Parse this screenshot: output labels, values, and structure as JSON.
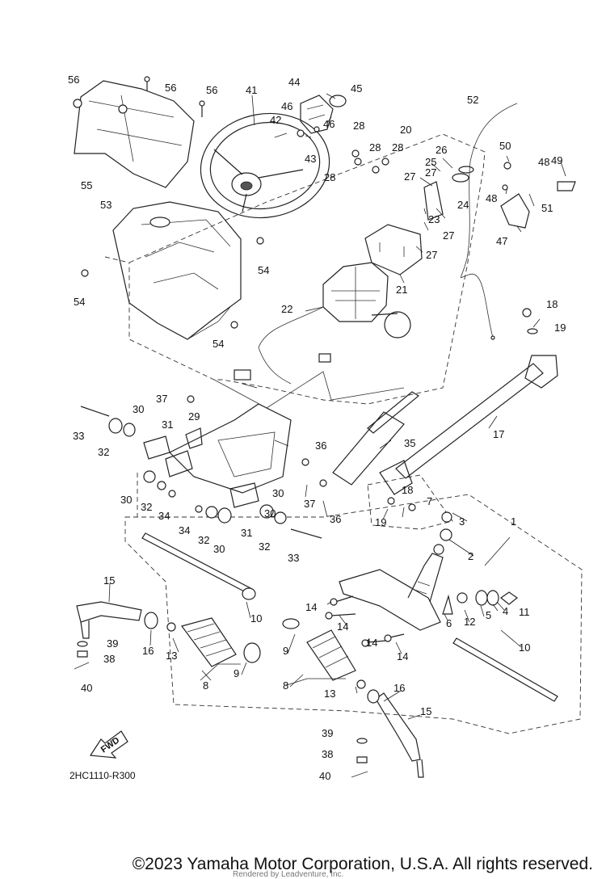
{
  "diagram_code": "2HC1110-R300",
  "copyright": "©2023 Yamaha Motor Corporation, U.S.A. All rights reserved.",
  "rendered_by": "Rendered by Leadventure, Inc.",
  "fwd_label": "FWD",
  "callouts": {
    "c1": "1",
    "c2": "2",
    "c3": "3",
    "c4": "4",
    "c5": "5",
    "c6": "6",
    "c7": "7",
    "c8a": "8",
    "c8b": "8",
    "c9a": "9",
    "c9b": "9",
    "c10a": "10",
    "c10b": "10",
    "c11": "11",
    "c12": "12",
    "c13a": "13",
    "c13b": "13",
    "c14a": "14",
    "c14b": "14",
    "c14c": "14",
    "c14d": "14",
    "c15a": "15",
    "c15b": "15",
    "c16a": "16",
    "c16b": "16",
    "c17": "17",
    "c18a": "18",
    "c18b": "18",
    "c19a": "19",
    "c19b": "19",
    "c20": "20",
    "c21": "21",
    "c22": "22",
    "c23": "23",
    "c24": "24",
    "c25": "25",
    "c26": "26",
    "c27a": "27",
    "c27b": "27",
    "c27c": "27",
    "c27d": "27",
    "c28a": "28",
    "c28b": "28",
    "c28c": "28",
    "c28d": "28",
    "c29": "29",
    "c30a": "30",
    "c30b": "30",
    "c30c": "30",
    "c30d": "30",
    "c31a": "31",
    "c31b": "31",
    "c32a": "32",
    "c32b": "32",
    "c32c": "32",
    "c32d": "32",
    "c33a": "33",
    "c33b": "33",
    "c34a": "34",
    "c34b": "34",
    "c35": "35",
    "c36a": "36",
    "c36b": "36",
    "c37a": "37",
    "c37b": "37",
    "c38a": "38",
    "c38b": "38",
    "c39a": "39",
    "c39b": "39",
    "c40a": "40",
    "c40b": "40",
    "c41": "41",
    "c42": "42",
    "c43": "43",
    "c44": "44",
    "c45": "45",
    "c46a": "46",
    "c46b": "46",
    "c47": "47",
    "c48a": "48",
    "c48b": "48",
    "c49": "49",
    "c50": "50",
    "c51": "51",
    "c52": "52",
    "c53": "53",
    "c54a": "54",
    "c54b": "54",
    "c54c": "54",
    "c55": "55",
    "c56a": "56",
    "c56b": "56",
    "c56c": "56"
  }
}
